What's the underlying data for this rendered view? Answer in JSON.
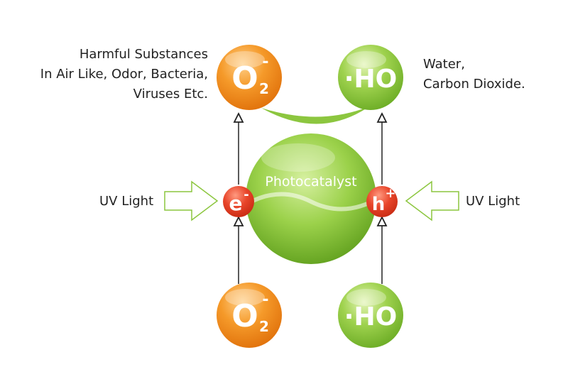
{
  "labels": {
    "harmful": [
      "Harmful Substances",
      "In Air Like, Odor, Bacteria,",
      "Viruses Etc."
    ],
    "products": [
      "Water,",
      "Carbon Dioxide."
    ],
    "uv_left": "UV Light",
    "uv_right": "UV Light",
    "photocatalyst": "Photocatalyst"
  },
  "molecules": {
    "o2": {
      "main": "O",
      "sub": "2",
      "sup": "-"
    },
    "ho": {
      "main": "·HO"
    },
    "electron": {
      "main": "e",
      "sup": "-"
    },
    "hole": {
      "main": "h",
      "sup": "+"
    }
  },
  "colors": {
    "orange": "#f08a1d",
    "green": "#8cc63f",
    "red": "#e2391d",
    "arrow_outline": "#8cc63f",
    "line": "#222222",
    "text": "#222222"
  }
}
